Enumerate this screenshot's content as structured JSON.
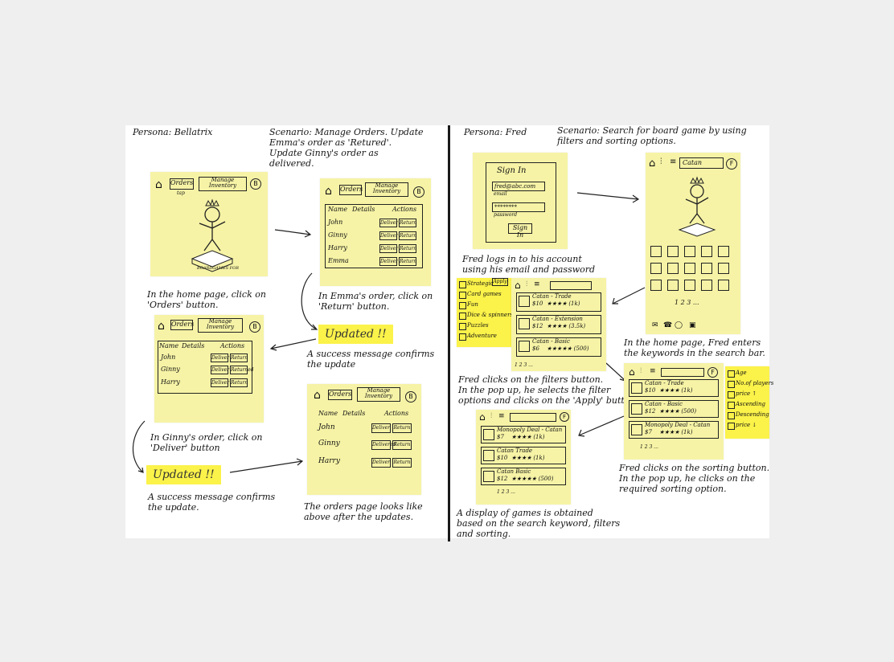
{
  "left": {
    "persona": "Persona: Bellatrix",
    "scenario": "Scenario: Manage Orders. Update\nEmma's order as 'Retured'.\nUpdate Ginny's order as\ndelivered.",
    "orders_btn": "Orders",
    "manage_btn": "Manage\nInventory",
    "b_circle": "B",
    "home_caption": "In the home page, click on\n'Orders' button.",
    "emma_caption": "In Emma's order, click on\n'Return' button.",
    "updated": "Updated !!",
    "success1": "A success message confirms\nthe update",
    "ginny_caption": "In Ginny's order, click on\n'Deliver' button",
    "success2": "A success message confirms\nthe update.",
    "final_caption": "The orders page looks like\nabove after the updates.",
    "table_headers": [
      "Name",
      "Details",
      "Actions"
    ],
    "rows1": [
      "John",
      "Ginny",
      "Harry",
      "Emma"
    ],
    "rows2": [
      "John",
      "Ginny",
      "Harry"
    ],
    "deliver": "Deliver",
    "returned": "Return",
    "delivered": "Delivered",
    "returned_done": "Returned",
    "logo_text": "BOARDGAMES FOR",
    "tap": "tap"
  },
  "right": {
    "persona": "Persona: Fred",
    "scenario": "Scenario: Search for board game by using\nfilters and sorting options.",
    "signin_title": "Sign In",
    "email_value": "fred@abc.com",
    "email_label": "email",
    "password_value": "********",
    "password_label": "password",
    "signin_btn": "Sign In",
    "login_caption": "Fred logs in to his account\nusing his email and password",
    "search_value": "Catan",
    "f_circle": "F",
    "pagination": "1 2 3 ...",
    "home_caption": "In the home page, Fred enters\nthe keywords in the search bar.",
    "filter_apply": "Apply",
    "filters": [
      "Strategic",
      "Card games",
      "Fun",
      "Dice & spinners",
      "Puzzles",
      "Adventure"
    ],
    "filter_caption": "Fred clicks on the filters button.\nIn the pop up, he selects the filter\noptions and clicks on the 'Apply' button",
    "sort_options": [
      "Age",
      "No.of players",
      "price ↑",
      "Ascending",
      "Descending",
      "price ↓"
    ],
    "sort_caption": "Fred clicks on the sorting button.\nIn the pop up, he clicks on the\nrequired sorting option.",
    "result_caption": "A display of games is obtained\nbased on the search keyword, filters\nand sorting.",
    "filter_results": [
      {
        "name": "Catan - Trade",
        "price": "$10",
        "rating": "★★★★ (1k)"
      },
      {
        "name": "Catan - Extension",
        "price": "$12",
        "rating": "★★★★ (3.5k)"
      },
      {
        "name": "Catan - Basic",
        "price": "$6",
        "rating": "★★★★★ (500)"
      }
    ],
    "sort_results": [
      {
        "name": "Catan - Trade",
        "price": "$10",
        "rating": "★★★★ (1k)"
      },
      {
        "name": "Catan - Basic",
        "price": "$12",
        "rating": "★★★★ (500)"
      },
      {
        "name": "Monopoly Deal - Catan",
        "price": "$7",
        "rating": "★★★★ (1k)"
      }
    ],
    "final_results": [
      {
        "name": "Monopoly Deal - Catan",
        "price": "$7",
        "rating": "★★★★ (1k)"
      },
      {
        "name": "Catan Trade",
        "price": "$10",
        "rating": "★★★★ (1k)"
      },
      {
        "name": "Catan Basic",
        "price": "$12",
        "rating": "★★★★★ (500)"
      }
    ]
  }
}
